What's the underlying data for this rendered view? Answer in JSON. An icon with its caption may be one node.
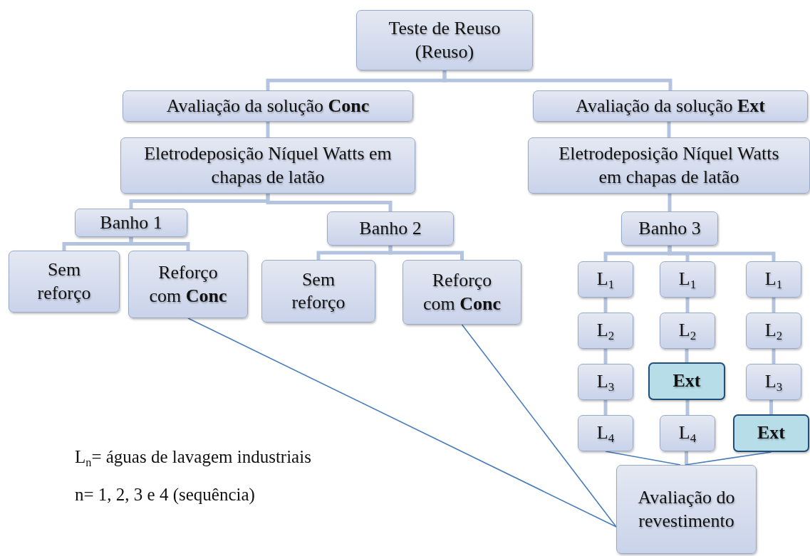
{
  "diagram": {
    "nodes": [
      {
        "text": [
          "Teste de Reuso (Reuso)"
        ]
      },
      {
        "text": [
          "Avaliação da solução **Conc**"
        ]
      },
      {
        "text": [
          "Avaliação da solução **Ext**"
        ]
      },
      {
        "text": [
          "Eletrodeposição Níquel Watts em chapas de latão"
        ]
      },
      {
        "text": [
          "Eletrodeposição Níquel Watts em chapas de latão"
        ]
      },
      {
        "text": [
          "Banho 1"
        ]
      },
      {
        "text": [
          "Banho  2"
        ]
      },
      {
        "text": [
          "Banho 3"
        ]
      },
      {
        "text": [
          "Sem reforço"
        ]
      },
      {
        "text": [
          "Reforço com **Conc**"
        ]
      },
      {
        "text": [
          "Sem reforço"
        ]
      },
      {
        "text": [
          "Reforço com **Conc**"
        ]
      },
      {
        "text": [
          "L$_{1}$"
        ]
      },
      {
        "text": [
          "L$_{2}$"
        ]
      },
      {
        "text": [
          "L$_{3}$"
        ]
      },
      {
        "text": [
          "L$_{4}$"
        ]
      },
      {
        "text": [
          "L$_{1}$"
        ]
      },
      {
        "text": [
          "L$_{2}$"
        ]
      },
      {
        "text": [
          "Ext"
        ]
      },
      {
        "text": [
          "L$_{4}$"
        ]
      },
      {
        "text": [
          "L$_{1}$"
        ]
      },
      {
        "text": [
          "L$_{2}$"
        ]
      },
      {
        "text": [
          "L$_{3}$"
        ]
      },
      {
        "text": [
          "Ext"
        ]
      },
      {
        "text": [
          "Avaliação do revestimento"
        ]
      }
    ],
    "edges": [
      {
        "from": 0,
        "to": 1,
        "arrow": "none"
      },
      {
        "from": 0,
        "to": 2,
        "arrow": "none"
      },
      {
        "from": 1,
        "to": 3,
        "arrow": "none"
      },
      {
        "from": 2,
        "to": 4,
        "arrow": "none"
      },
      {
        "from": 3,
        "to": 5,
        "arrow": "none"
      },
      {
        "from": 3,
        "to": 6,
        "arrow": "none"
      },
      {
        "from": 4,
        "to": 7,
        "arrow": "none"
      },
      {
        "from": 5,
        "to": 8,
        "arrow": "none"
      },
      {
        "from": 5,
        "to": 9,
        "arrow": "none"
      },
      {
        "from": 6,
        "to": 10,
        "arrow": "none"
      },
      {
        "from": 6,
        "to": 11,
        "arrow": "none"
      },
      {
        "from": 7,
        "to": 12,
        "arrow": "none"
      },
      {
        "from": 7,
        "to": 16,
        "arrow": "none"
      },
      {
        "from": 7,
        "to": 20,
        "arrow": "none"
      },
      {
        "from": 12,
        "to": 13,
        "arrow": "none"
      },
      {
        "from": 13,
        "to": 14,
        "arrow": "none"
      },
      {
        "from": 14,
        "to": 15,
        "arrow": "none"
      },
      {
        "from": 16,
        "to": 17,
        "arrow": "none"
      },
      {
        "from": 17,
        "to": 18,
        "arrow": "none"
      },
      {
        "from": 18,
        "to": 19,
        "arrow": "none"
      },
      {
        "from": 20,
        "to": 21,
        "arrow": "none"
      },
      {
        "from": 21,
        "to": 22,
        "arrow": "none"
      },
      {
        "from": 22,
        "to": 23,
        "arrow": "none"
      },
      {
        "from": 19,
        "to": 24,
        "arrow": "none"
      },
      {
        "from": 9,
        "to": 24,
        "arrow": "none",
        "color": "#4a7ebb"
      },
      {
        "from": 11,
        "to": 24,
        "arrow": "none",
        "color": "#4a7ebb"
      },
      {
        "from": 15,
        "to": 24,
        "arrow": "none",
        "color": "#4a7ebb"
      },
      {
        "from": 23,
        "to": 24,
        "arrow": "none",
        "color": "#4a7ebb"
      }
    ],
    "labels": [
      "L$_{n}$= águas de lavagem industriais",
      "n= 1, 2, 3 e 4 (sequência)"
    ]
  }
}
